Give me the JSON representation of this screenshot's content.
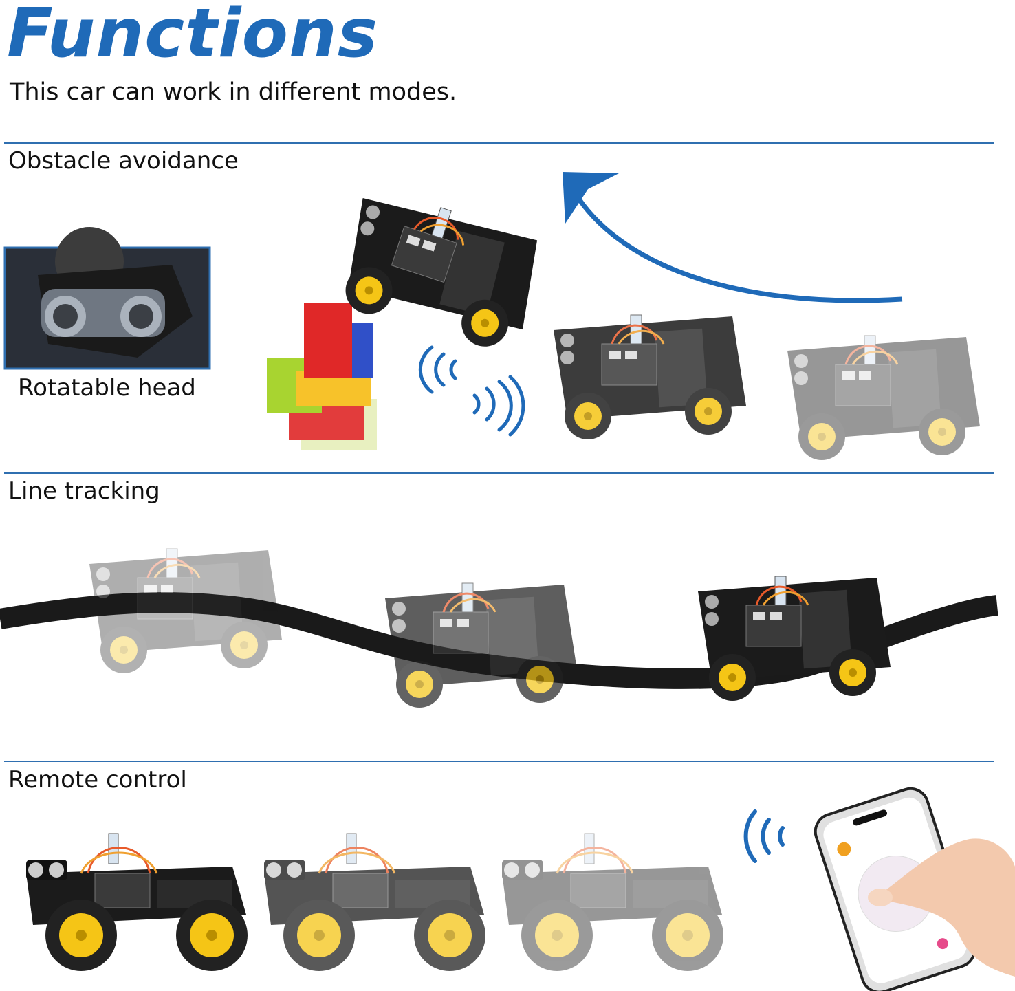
{
  "header": {
    "title": "Functions",
    "subtitle": "This car can work in different modes."
  },
  "sections": [
    {
      "title": "Obstacle avoidance",
      "caption": "Rotatable head"
    },
    {
      "title": "Line tracking"
    },
    {
      "title": "Remote control"
    }
  ],
  "colors": {
    "accent": "#1f6ab8",
    "divider": "#2f6fb0",
    "car_body": "#1b1b1b",
    "wheel_hub": "#f5c516",
    "track_line": "#1a1a1a"
  },
  "icons": [
    "ultrasonic-sensor-icon",
    "signal-waves-icon",
    "smartphone-icon",
    "hand-icon",
    "curved-arrow-icon",
    "building-blocks-icon"
  ]
}
